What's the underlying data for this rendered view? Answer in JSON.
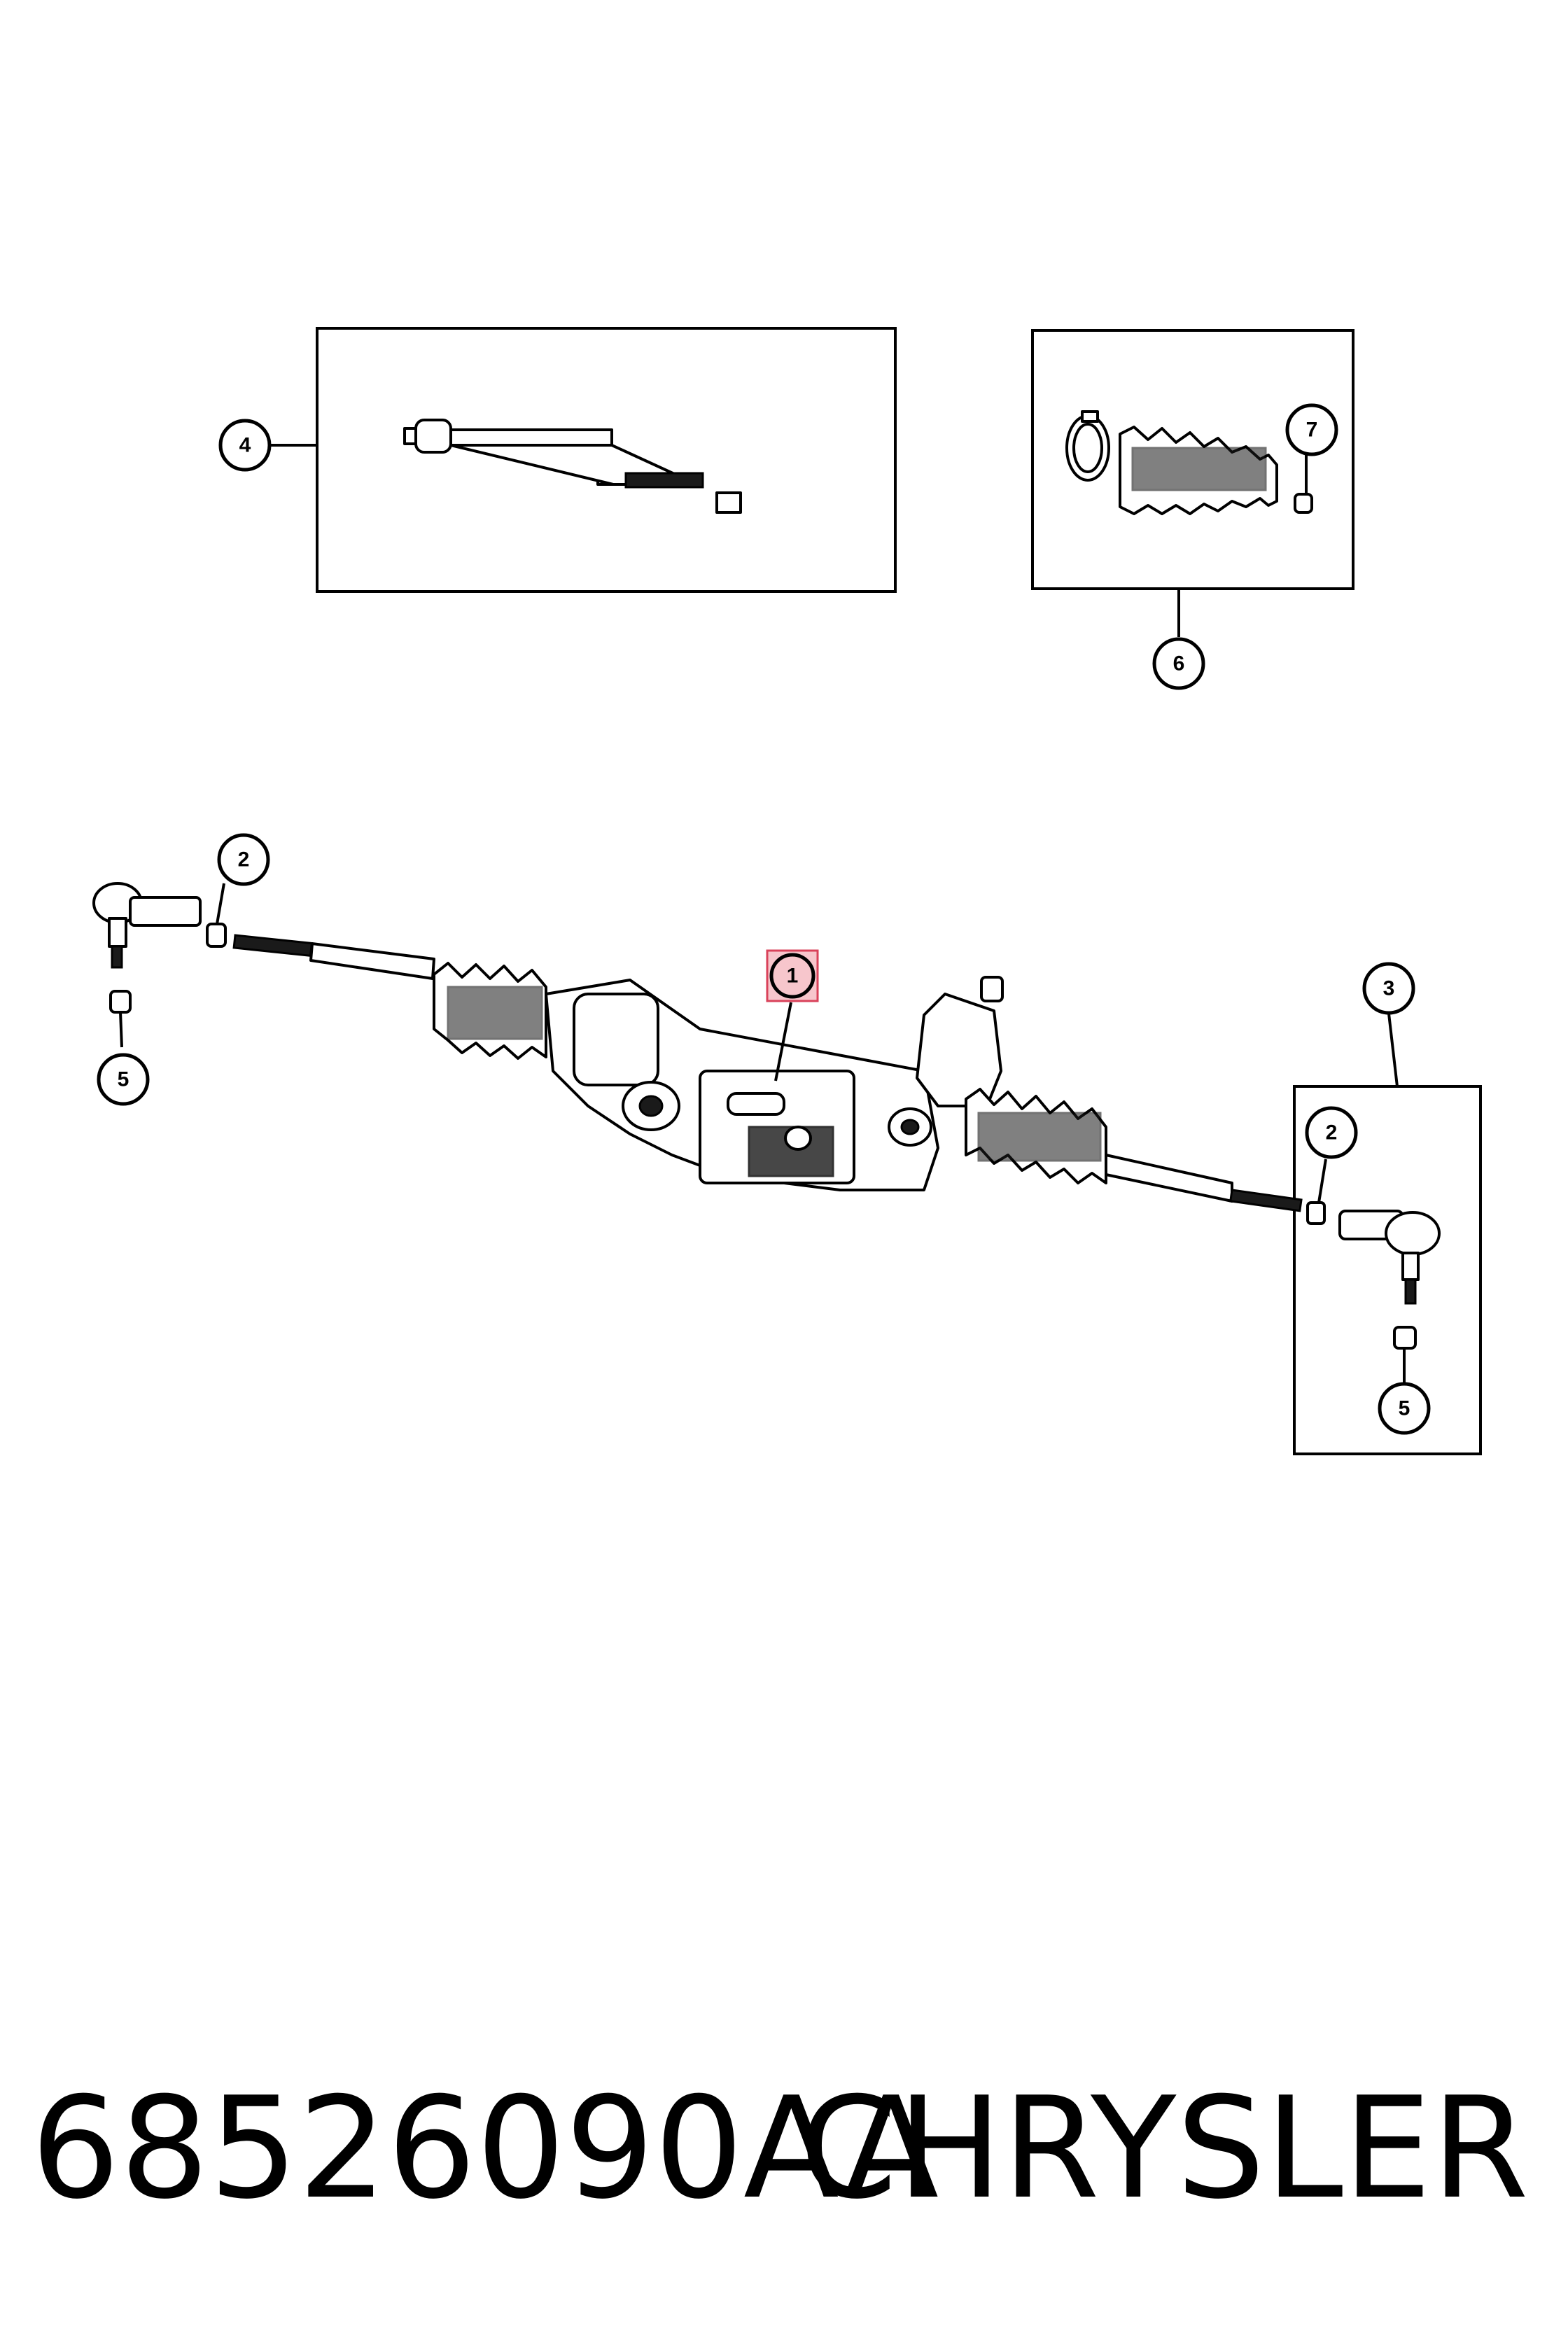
{
  "diagram": {
    "callouts": [
      {
        "id": "c1",
        "label": "1",
        "highlighted": true
      },
      {
        "id": "c2a",
        "label": "2"
      },
      {
        "id": "c2b",
        "label": "2"
      },
      {
        "id": "c3",
        "label": "3"
      },
      {
        "id": "c4",
        "label": "4"
      },
      {
        "id": "c5a",
        "label": "5"
      },
      {
        "id": "c5b",
        "label": "5"
      },
      {
        "id": "c6",
        "label": "6"
      },
      {
        "id": "c7",
        "label": "7"
      }
    ],
    "highlight_color": "#f7c6cc",
    "highlight_border": "#d9425a"
  },
  "caption": {
    "part_number": "68526090AA",
    "brand": "CHRYSLER"
  }
}
